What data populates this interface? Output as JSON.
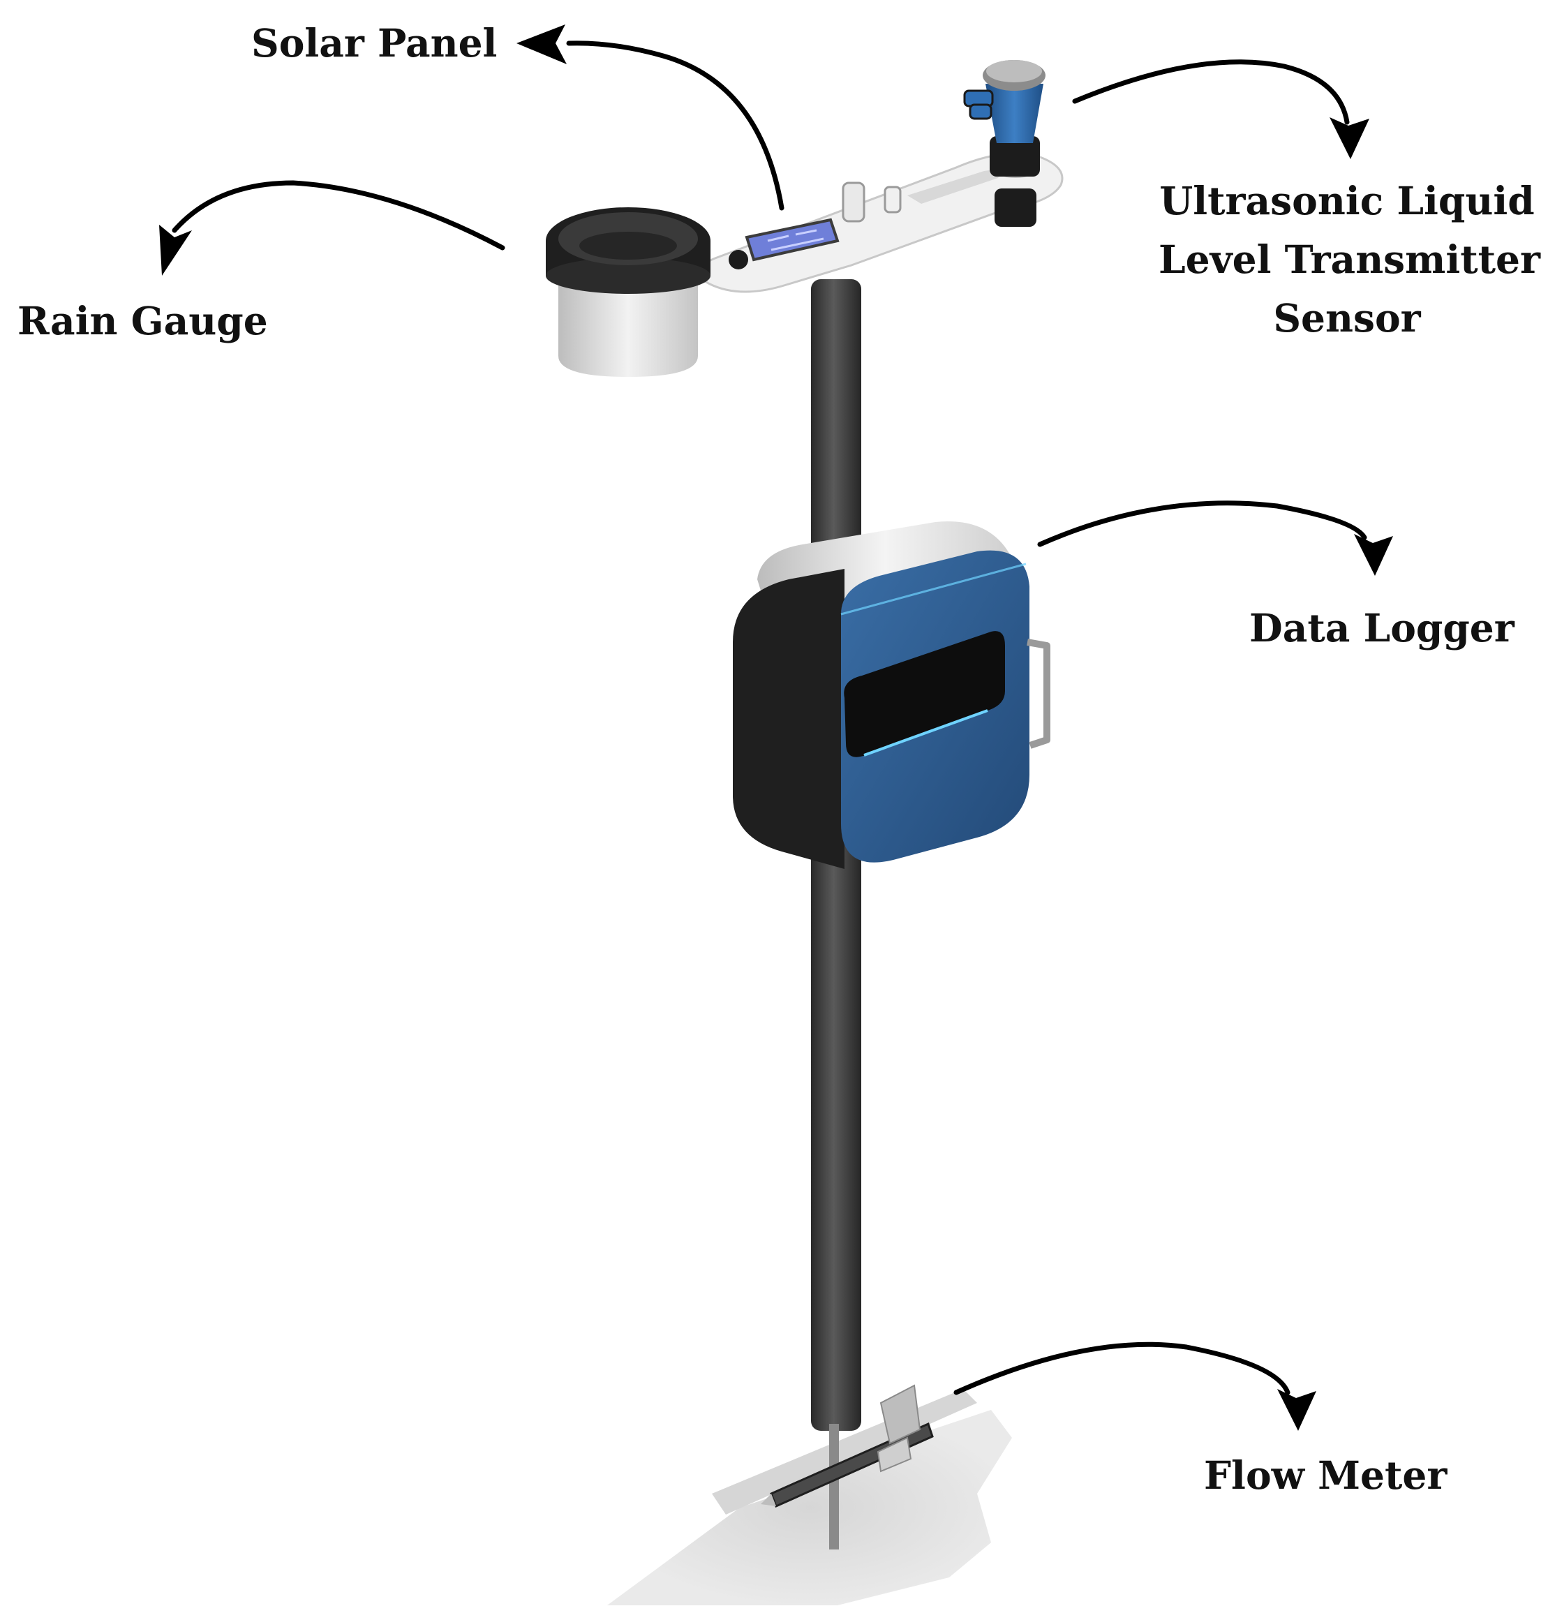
{
  "labels": {
    "solar_panel": "Solar Panel",
    "rain_gauge": "Rain Gauge",
    "ultrasonic_line1": "Ultrasonic Liquid",
    "ultrasonic_line2": "Level Transmitter",
    "ultrasonic_line3": "Sensor",
    "data_logger": "Data Logger",
    "flow_meter": "Flow Meter"
  },
  "colors": {
    "pole": "#3b3b3b",
    "logger_blue": "#2c5a8c",
    "sensor_blue": "#2f6fb5",
    "gauge_silver": "#d9d9d9",
    "arrow": "#000000"
  }
}
